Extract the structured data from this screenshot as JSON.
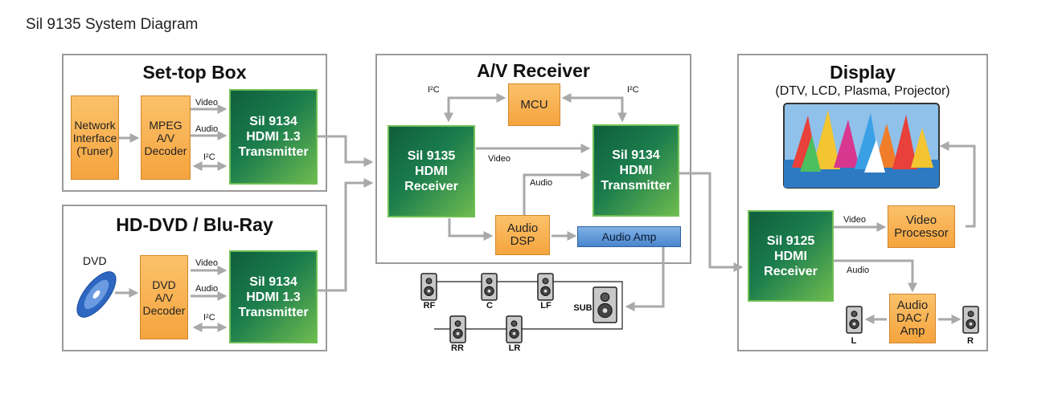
{
  "title": "Sil 9135 System Diagram",
  "colors": {
    "orange": "#f5a43e",
    "green": "#1b7d4d",
    "blue": "#4b86cc",
    "arrow": "#a9a9a9"
  },
  "panels": {
    "stb": {
      "title": "Set-top Box"
    },
    "dvd": {
      "title": "HD-DVD / Blu-Ray"
    },
    "avr": {
      "title": "A/V Receiver"
    },
    "display": {
      "title": "Display",
      "subtitle": "(DTV, LCD, Plasma, Projector)"
    }
  },
  "blocks": {
    "network": "Network\nInterface\n(Tuner)",
    "mpeg": "MPEG\nA/V\nDecoder",
    "stb_tx": "Sil 9134\nHDMI 1.3\nTransmitter",
    "dvd_dec": "DVD\nA/V\nDecoder",
    "dvd_tx": "Sil 9134\nHDMI 1.3\nTransmitter",
    "mcu": "MCU",
    "avr_rx": "Sil 9135\nHDMI\nReceiver",
    "avr_tx": "Sil 9134\nHDMI\nTransmitter",
    "audio_dsp": "Audio\nDSP",
    "audio_amp": "Audio Amp",
    "disp_rx": "Sil 9125\nHDMI\nReceiver",
    "video_proc": "Video\nProcessor",
    "audio_dac": "Audio\nDAC /\nAmp"
  },
  "labels": {
    "video": "Video",
    "audio": "Audio",
    "i2c": "I²C",
    "dvd": "DVD"
  },
  "speakers": {
    "rf": "RF",
    "c": "C",
    "lf": "LF",
    "sub": "SUB",
    "rr": "RR",
    "lr": "LR",
    "l": "L",
    "r": "R"
  }
}
